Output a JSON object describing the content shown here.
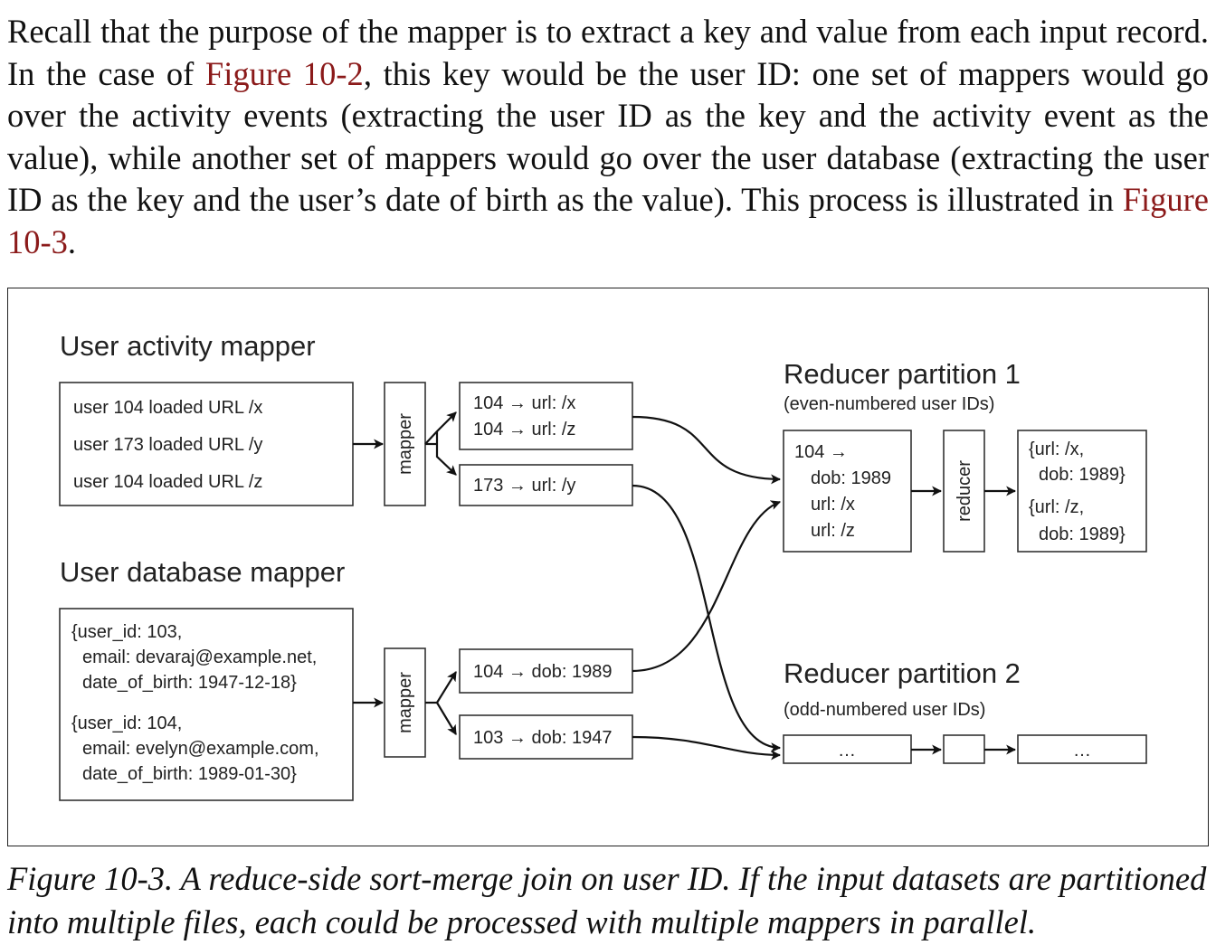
{
  "intro": {
    "part1": "Recall that the purpose of the mapper is to extract a key and value from each input record. In the case of ",
    "link1": "Figure 10-2",
    "part2": ", this key would be the user ID: one set of mappers would go over the activity events (extracting the user ID as the key and the activity event as the value), while another set of mappers would go over the user database (extracting the user ID as the key and the user’s date of birth as the value). This pro­cess is illustrated in ",
    "link2": "Figure 10-3",
    "part3": "."
  },
  "diagram": {
    "activity_heading": "User activity mapper",
    "activity_records": [
      "user 104 loaded URL /x",
      "user 173 loaded URL /y",
      "user 104 loaded URL /z"
    ],
    "database_heading": "User database mapper",
    "database_records": [
      [
        "{user_id: 103,",
        "email: devaraj@example.net,",
        "date_of_birth: 1947-12-18}"
      ],
      [
        "{user_id: 104,",
        "email: evelyn@example.com,",
        "date_of_birth: 1989-01-30}"
      ]
    ],
    "mapper_label": "mapper",
    "activity_outputs": [
      [
        "104 → url: /x",
        "104 → url: /z"
      ],
      [
        "173 → url: /y"
      ]
    ],
    "database_outputs": [
      "104 → dob: 1989",
      "103 → dob: 1947"
    ],
    "partition1_title": "Reducer partition 1",
    "partition1_subtitle": "(even-numbered user IDs)",
    "partition1_input": [
      "104 →",
      "dob: 1989",
      "url: /x",
      "url: /z"
    ],
    "reducer_label": "reducer",
    "partition1_output": [
      "{url: /x,",
      "dob: 1989}",
      "{url: /z,",
      "dob: 1989}"
    ],
    "partition2_title": "Reducer partition 2",
    "partition2_subtitle": "(odd-numbered user IDs)",
    "partition2_input": "…",
    "partition2_output": "…"
  },
  "caption": "Figure 10-3. A reduce-side sort-merge join on user ID. If the input datasets are parti­tioned into multiple files, each could be processed with multiple mappers in parallel."
}
